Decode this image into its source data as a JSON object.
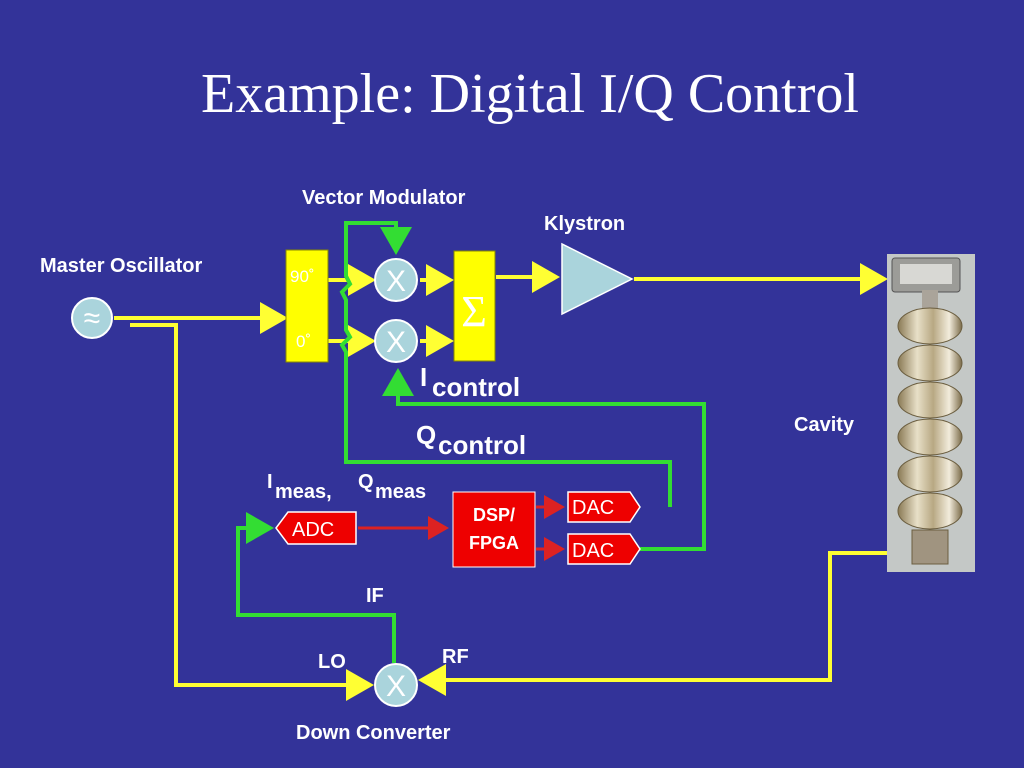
{
  "title": "Example: Digital I/Q Control",
  "labels": {
    "master_oscillator": "Master Oscillator",
    "oscillator_symbol": "≈",
    "vector_modulator": "Vector Modulator",
    "phase_90": "90˚",
    "phase_0": "0˚",
    "mixer_symbol": "X",
    "sum_symbol": "Σ",
    "klystron": "Klystron",
    "cavity": "Cavity",
    "i_control_main": "I",
    "i_control_sub": "control",
    "q_control_main": "Q",
    "q_control_sub": "control",
    "i_meas_main": "I",
    "i_meas_sub": "meas,",
    "q_meas_main": "Q",
    "q_meas_sub": "meas",
    "adc": "ADC",
    "dsp_line1": "DSP/",
    "dsp_line2": "FPGA",
    "dac_1": "DAC",
    "dac_2": "DAC",
    "if": "IF",
    "lo": "LO",
    "rf": "RF",
    "down_converter": "Down Converter"
  },
  "colors": {
    "background": "#333399",
    "rf_signal": "#ffff33",
    "control_signal": "#33dd33",
    "digital_signal": "#dd2222",
    "component_fill": "#aad4dc",
    "splitter_fill": "#ffff00",
    "dsp_fill": "#ee0000"
  }
}
